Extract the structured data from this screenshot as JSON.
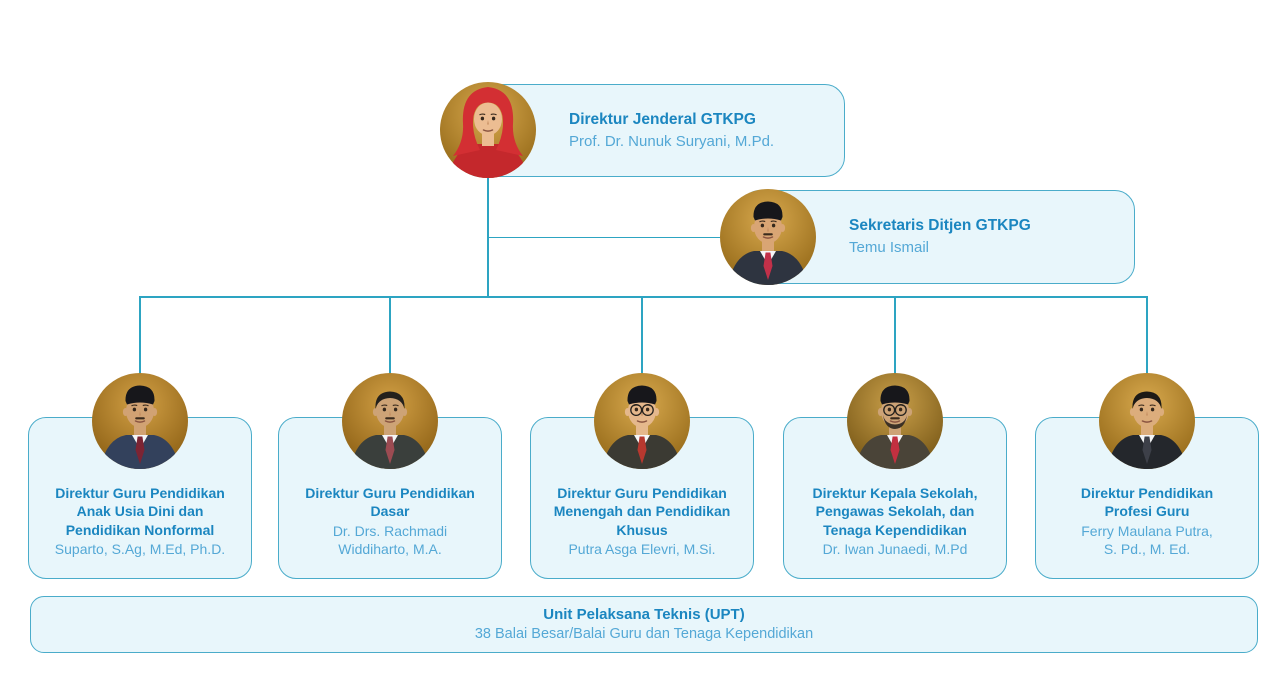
{
  "colors": {
    "card_fill": "#e8f6fb",
    "card_border": "#4aacca",
    "connector": "#2da4c2",
    "title_text": "#1b86c0",
    "name_text": "#54a8d6"
  },
  "org": {
    "root": {
      "title": "Direktur Jenderal GTKPG",
      "name": "Prof. Dr. Nunuk Suryani, M.Pd."
    },
    "secretary": {
      "title": "Sekretaris Ditjen GTKPG",
      "name": "Temu Ismail"
    },
    "directors": [
      {
        "title": "Direktur Guru Pendidikan\nAnak Usia Dini dan\nPendidikan Nonformal",
        "name": "Suparto, S.Ag, M.Ed, Ph.D."
      },
      {
        "title": "Direktur Guru Pendidikan\nDasar",
        "name": "Dr. Drs. Rachmadi\nWiddiharto, M.A."
      },
      {
        "title": "Direktur Guru Pendidikan\nMenengah dan Pendidikan\nKhusus",
        "name": "Putra Asga Elevri, M.Si."
      },
      {
        "title": "Direktur Kepala Sekolah,\nPengawas Sekolah, dan\nTenaga Kependidikan",
        "name": "Dr. Iwan Junaedi, M.Pd"
      },
      {
        "title": "Direktur Pendidikan\nProfesi Guru",
        "name": "Ferry Maulana Putra,\nS. Pd., M. Ed."
      }
    ],
    "upt": {
      "title": "Unit Pelaksana Teknis (UPT)",
      "subtitle": "38 Balai Besar/Balai Guru dan Tenaga Kependidikan"
    }
  },
  "avatars": {
    "root": {
      "style": "hijab",
      "hijab": "#d32f33",
      "dress": "#c4282c",
      "skin": "#ecbd92",
      "bg1": "#d8a94e",
      "bg2": "#8d6212"
    },
    "secretary": {
      "style": "peci",
      "suit": "#2e3440",
      "shirt": "#f5f6f7",
      "tie": "#c23049",
      "skin": "#d9a574",
      "mustache": true,
      "glasses": false,
      "beard": false,
      "bg1": "#d8a94e",
      "bg2": "#8d6212"
    },
    "d0": {
      "style": "peci",
      "suit": "#33415c",
      "shirt": "#f5f6f7",
      "tie": "#7c2433",
      "skin": "#d1a273",
      "mustache": true,
      "glasses": false,
      "beard": false,
      "bg1": "#d2a045",
      "bg2": "#85590f"
    },
    "d1": {
      "style": "hair",
      "hair": "#24211c",
      "suit": "#3a3f3c",
      "shirt": "#f5f6f7",
      "tie": "#9c4b52",
      "skin": "#cda376",
      "mustache": true,
      "glasses": false,
      "beard": false,
      "bg1": "#d2a045",
      "bg2": "#85590f"
    },
    "d2": {
      "style": "peci",
      "suit": "#3b3a33",
      "shirt": "#f5f6f7",
      "tie": "#b7382f",
      "skin": "#e5b88c",
      "mustache": false,
      "glasses": true,
      "beard": false,
      "bg1": "#d8a94e",
      "bg2": "#8d6212"
    },
    "d3": {
      "style": "peci",
      "suit": "#4a4438",
      "shirt": "#f5f6f7",
      "tie": "#c23040",
      "skin": "#cda376",
      "mustache": true,
      "glasses": true,
      "beard": true,
      "bg1": "#caa04a",
      "bg2": "#6e4f10"
    },
    "d4": {
      "style": "hair",
      "hair": "#1d1a16",
      "suit": "#24272c",
      "shirt": "#f5f6f7",
      "tie": "#3d4049",
      "skin": "#dcad7c",
      "mustache": false,
      "glasses": false,
      "beard": false,
      "bg1": "#d8a94e",
      "bg2": "#8d6212"
    }
  }
}
